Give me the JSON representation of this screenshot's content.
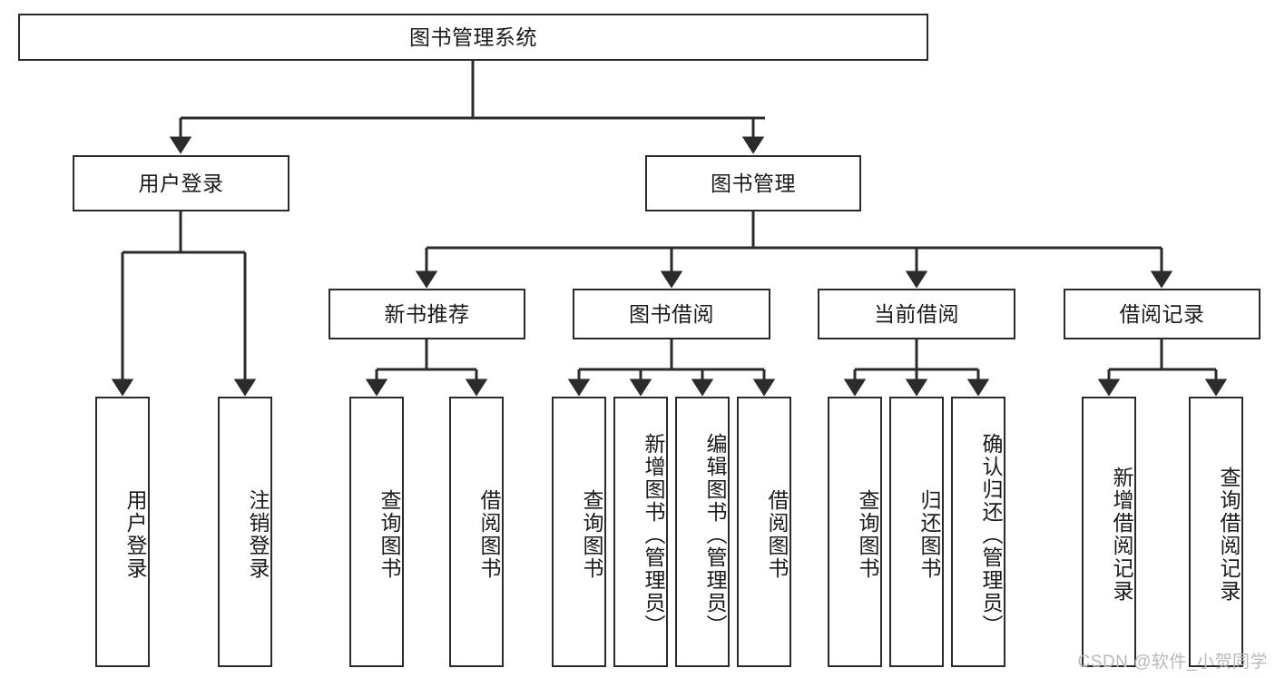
{
  "diagram": {
    "type": "tree-hierarchy",
    "title": "图书管理系统",
    "root": {
      "id": "root",
      "label": "图书管理系统",
      "orientation": "horizontal"
    },
    "level2": [
      {
        "id": "user-login",
        "label": "用户登录",
        "orientation": "horizontal"
      },
      {
        "id": "book-manage",
        "label": "图书管理",
        "orientation": "horizontal"
      }
    ],
    "level3": [
      {
        "id": "new-book-recommend",
        "label": "新书推荐",
        "orientation": "horizontal",
        "parent": "book-manage"
      },
      {
        "id": "book-borrow",
        "label": "图书借阅",
        "orientation": "horizontal",
        "parent": "book-manage"
      },
      {
        "id": "current-borrow",
        "label": "当前借阅",
        "orientation": "horizontal",
        "parent": "book-manage"
      },
      {
        "id": "borrow-record",
        "label": "借阅记录",
        "orientation": "horizontal",
        "parent": "book-manage"
      }
    ],
    "leaves": [
      {
        "id": "leaf-user-login",
        "label": "用户登录",
        "parent": "user-login",
        "orientation": "vertical"
      },
      {
        "id": "leaf-user-logout",
        "label": "注销登录",
        "parent": "user-login",
        "orientation": "vertical"
      },
      {
        "id": "leaf-query-book-1",
        "label": "查询图书",
        "parent": "new-book-recommend",
        "orientation": "vertical"
      },
      {
        "id": "leaf-borrow-book-1",
        "label": "借阅图书",
        "parent": "new-book-recommend",
        "orientation": "vertical"
      },
      {
        "id": "leaf-query-book-2",
        "label": "查询图书",
        "parent": "book-borrow",
        "orientation": "vertical"
      },
      {
        "id": "leaf-add-book",
        "label": "新增图书（管理员）",
        "parent": "book-borrow",
        "orientation": "vertical"
      },
      {
        "id": "leaf-edit-book",
        "label": "编辑图书（管理员）",
        "parent": "book-borrow",
        "orientation": "vertical"
      },
      {
        "id": "leaf-borrow-book-2",
        "label": "借阅图书",
        "parent": "book-borrow",
        "orientation": "vertical"
      },
      {
        "id": "leaf-query-book-3",
        "label": "查询图书",
        "parent": "current-borrow",
        "orientation": "vertical"
      },
      {
        "id": "leaf-return-book",
        "label": "归还图书",
        "parent": "current-borrow",
        "orientation": "vertical"
      },
      {
        "id": "leaf-confirm-return",
        "label": "确认归还（管理员）",
        "parent": "current-borrow",
        "orientation": "vertical"
      },
      {
        "id": "leaf-add-record",
        "label": "新增借阅记录",
        "parent": "borrow-record",
        "orientation": "vertical"
      },
      {
        "id": "leaf-query-record",
        "label": "查询借阅记录",
        "parent": "borrow-record",
        "orientation": "vertical"
      }
    ],
    "colors": {
      "stroke": "#2b2b2b",
      "fill": "#ffffff",
      "text": "#1a1a1a",
      "watermark": "#b9b9b9"
    }
  },
  "watermark": {
    "text": "CSDN @软件_小贺同学"
  }
}
